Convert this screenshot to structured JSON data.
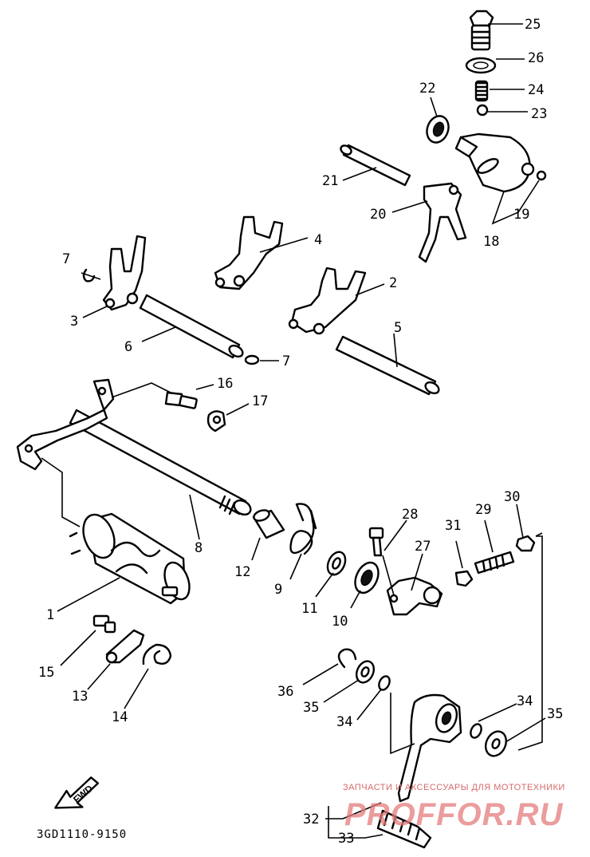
{
  "diagram": {
    "code": "3GD1110-9150",
    "direction_label": "FWD",
    "callouts": {
      "p1": "1",
      "p2": "2",
      "p3": "3",
      "p4": "4",
      "p5": "5",
      "p6": "6",
      "p7a": "7",
      "p7b": "7",
      "p8": "8",
      "p9": "9",
      "p10": "10",
      "p11": "11",
      "p12": "12",
      "p13": "13",
      "p14": "14",
      "p15": "15",
      "p16": "16",
      "p17": "17",
      "p18": "18",
      "p19": "19",
      "p20": "20",
      "p21": "21",
      "p22": "22",
      "p23": "23",
      "p24": "24",
      "p25": "25",
      "p26": "26",
      "p27": "27",
      "p28": "28",
      "p29": "29",
      "p30": "30",
      "p31": "31",
      "p32": "32",
      "p33": "33",
      "p34a": "34",
      "p34b": "34",
      "p35a": "35",
      "p35b": "35",
      "p36": "36"
    }
  },
  "watermark": {
    "tagline": "ЗАПЧАСТИ И АКСЕССУАРЫ ДЛЯ МОТОТЕХНИКИ",
    "brand": "PROFFOR.RU",
    "color": "#e57b7b"
  }
}
